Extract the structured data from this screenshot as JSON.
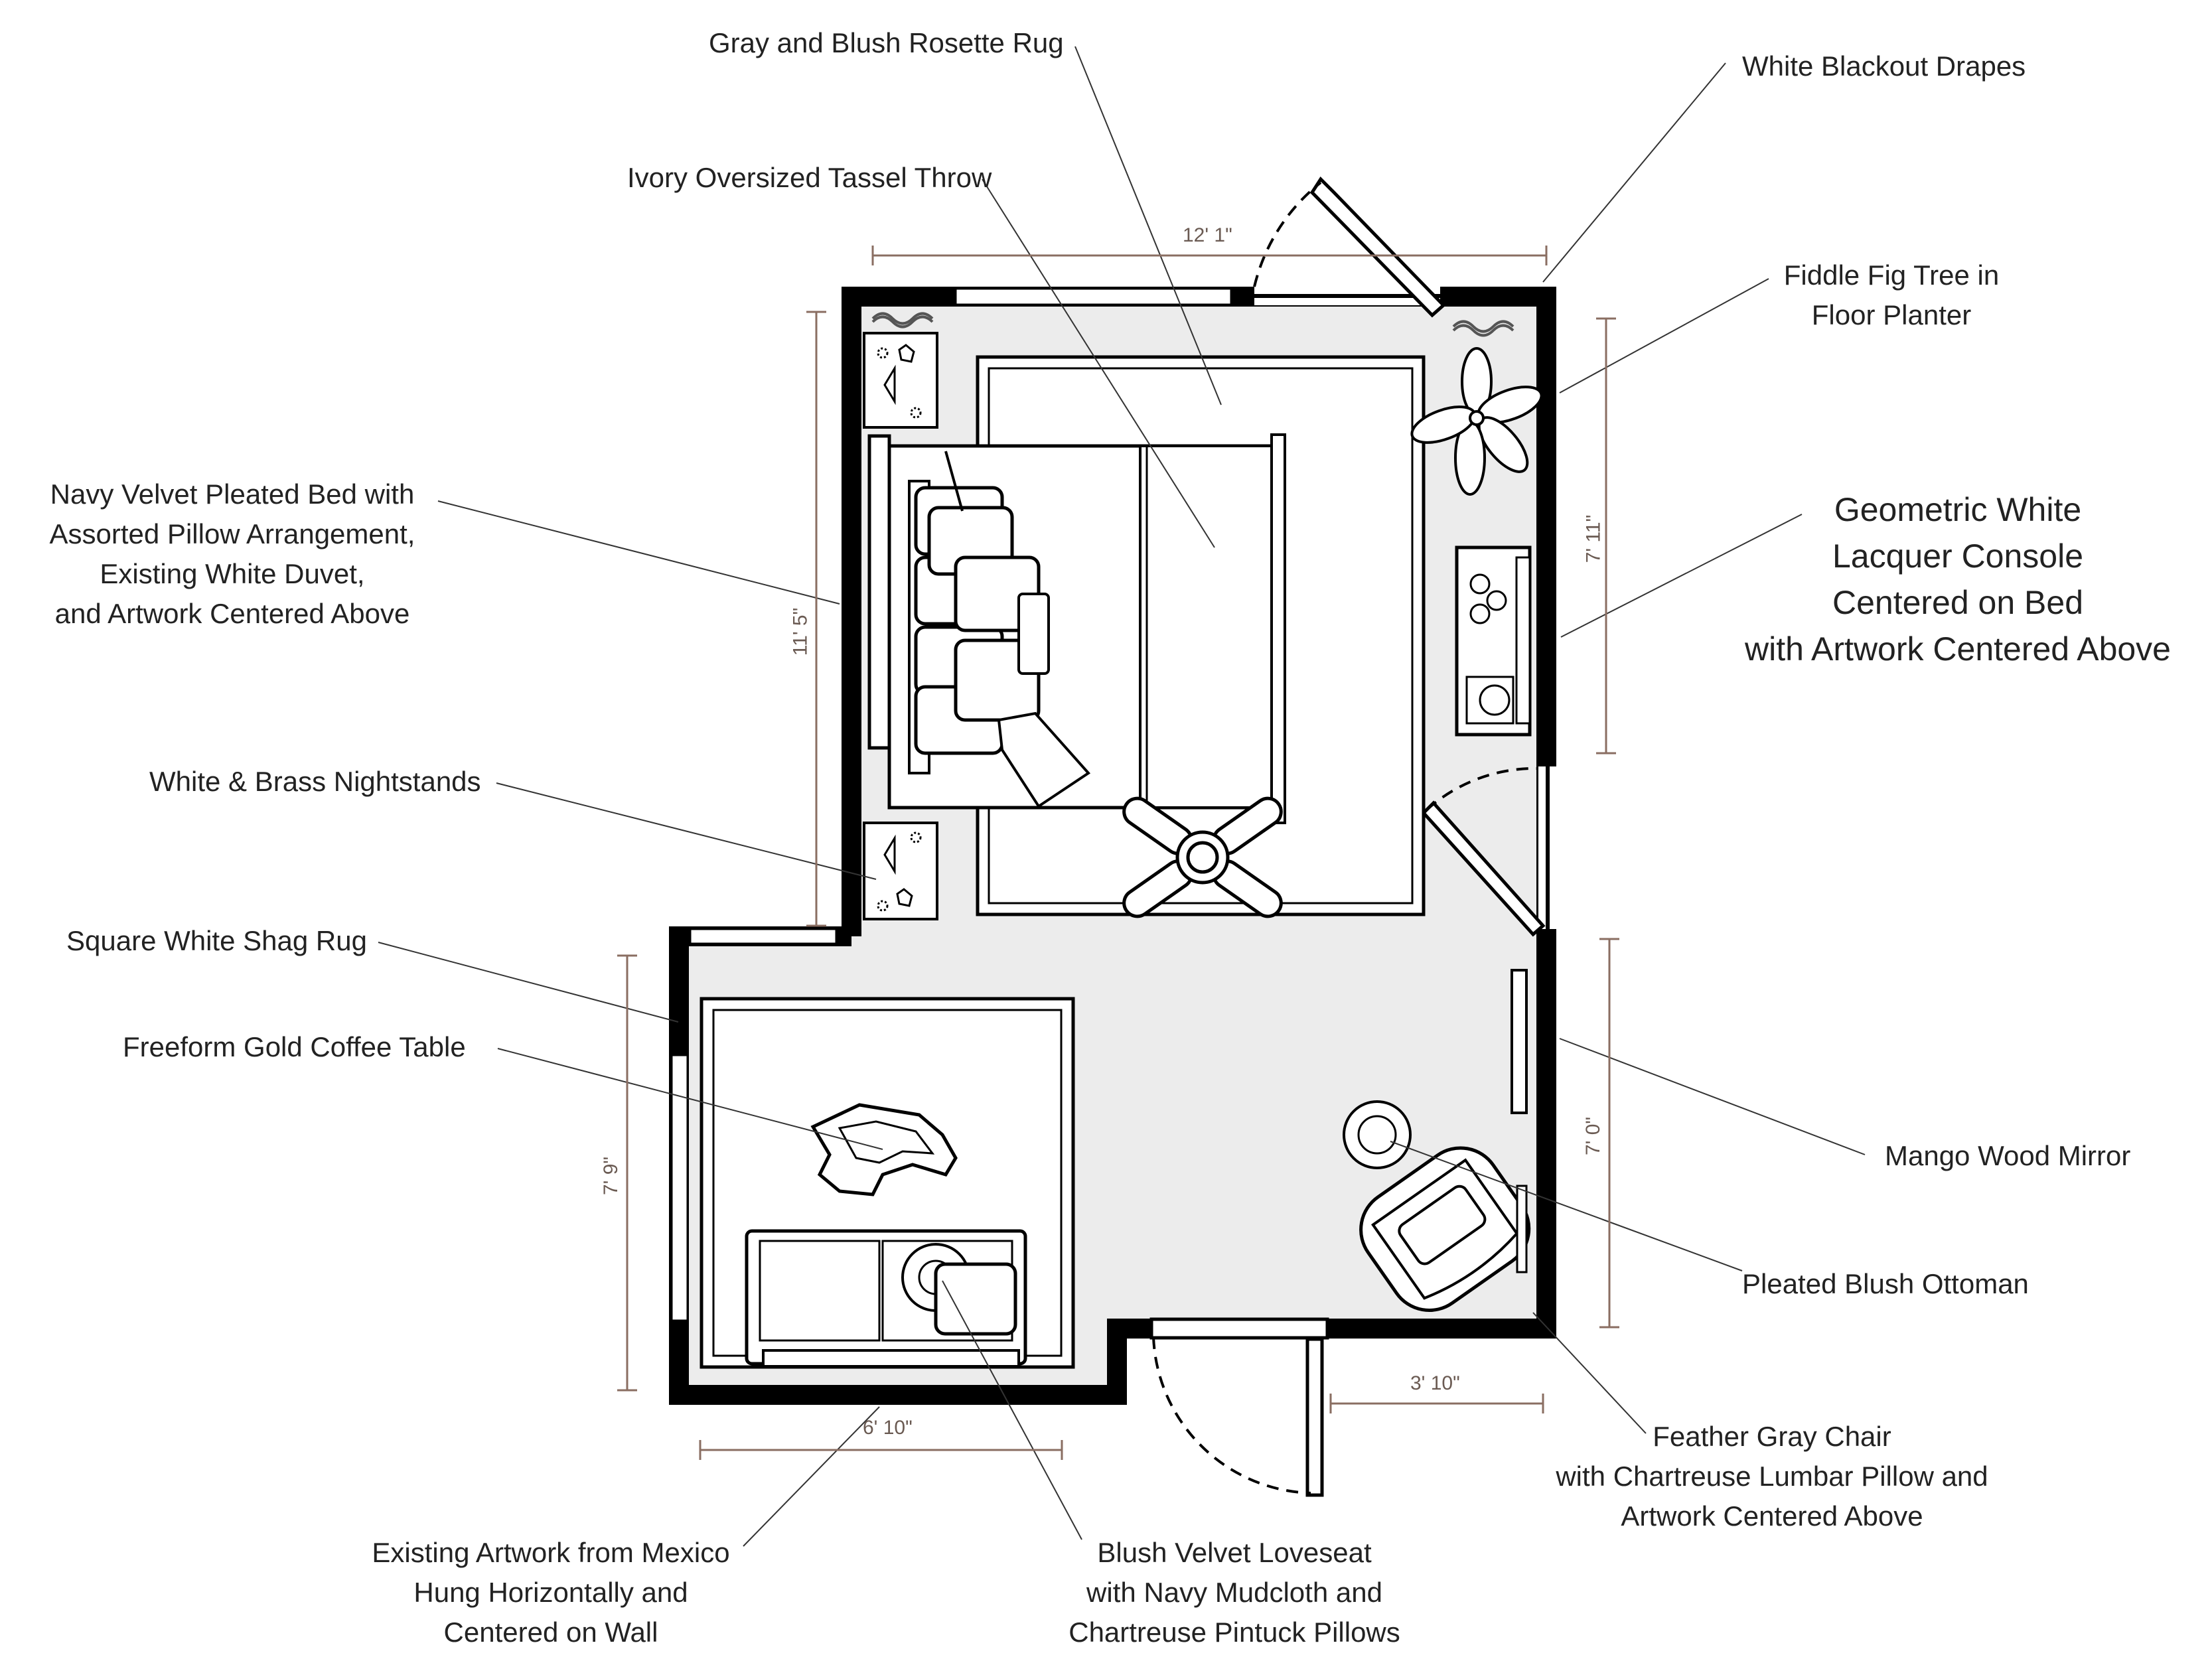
{
  "labels": {
    "rug_rosette": "Gray and Blush Rosette Rug",
    "drapes": "White Blackout Drapes",
    "throw": "Ivory Oversized Tassel Throw",
    "fiddle_fig": "Fiddle Fig Tree in\nFloor Planter",
    "bed": "Navy Velvet Pleated Bed with\nAssorted Pillow Arrangement,\nExisting White Duvet,\nand Artwork Centered Above",
    "console": "Geometric White\nLacquer Console\nCentered on Bed\nwith Artwork Centered Above",
    "nightstands": "White & Brass Nightstands",
    "shag_rug": "Square White Shag Rug",
    "coffee_table": "Freeform Gold Coffee Table",
    "mirror": "Mango Wood Mirror",
    "ottoman": "Pleated Blush Ottoman",
    "chair": "Feather Gray Chair\nwith Chartreuse Lumbar Pillow and\nArtwork Centered Above",
    "artwork_mexico": "Existing Artwork from Mexico\nHung Horizontally and\nCentered on Wall",
    "loveseat": "Blush Velvet Loveseat\nwith Navy Mudcloth and\nChartreuse Pintuck Pillows"
  },
  "dimensions": {
    "top_width": "12' 1\"",
    "left_height": "11' 5\"",
    "right_upper": "7' 11\"",
    "right_lower": "7' 0\"",
    "lower_left_height": "7' 9\"",
    "bottom_left": "6' 10\"",
    "bottom_right": "3' 10\""
  },
  "colors": {
    "wall": "#000000",
    "floor": "#ececec",
    "dimension_line": "#8a6e62",
    "leader_line": "#333333"
  }
}
